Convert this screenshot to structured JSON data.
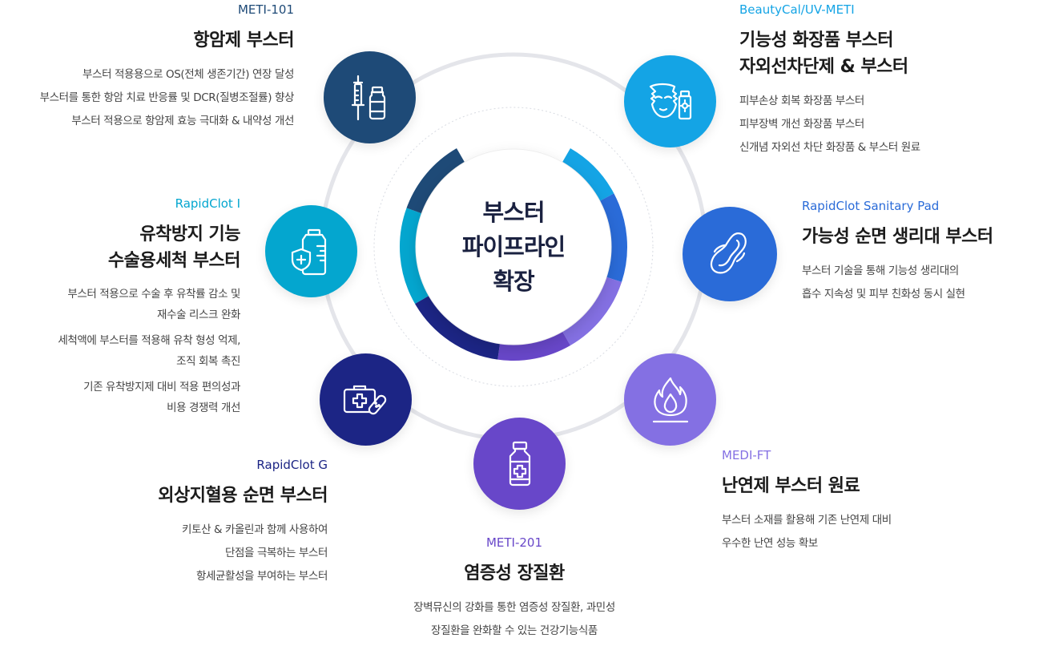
{
  "center": {
    "title": "부스터\n파이프라인\n확장"
  },
  "colors": {
    "navy": "#1e4a77",
    "cyan": "#04a6cf",
    "indigo": "#1c2585",
    "purple": "#6847c9",
    "lavender": "#8470e3",
    "royal_blue": "#2a6bd8",
    "sky_blue": "#14a4e5"
  },
  "items": [
    {
      "code": "METI-101",
      "title": "항암제 부스터",
      "icon": "syringe-vial-icon",
      "desc": [
        "부스터 적용용으로 OS(전체 생존기간) 연장 달성",
        "부스터를 통한 항암 치료 반응률 및 DCR(질병조절률) 향상",
        "부스터 적용으로 항암제 효능 극대화 & 내약성 개선"
      ]
    },
    {
      "code": "RapidClot I",
      "title": "유착방지 기능\n수술용세척 부스터",
      "icon": "bottle-shield-icon",
      "desc": [
        "부스터 적용으로 수술 후 유착률 감소 및",
        "재수술 리스크 완화",
        "세척액에 부스터를 적용해 유착 형성 억제,",
        "조직 회복 촉진",
        "기존 유착방지제 대비 적용 편의성과",
        "비용 경쟁력 개선"
      ]
    },
    {
      "code": "RapidClot G",
      "title": "외상지혈용 순면 부스터",
      "icon": "first-aid-kit-icon",
      "desc": [
        "키토산 & 카올린과 함께 사용하여",
        "단점을 극복하는 부스터",
        "항세균활성을 부여하는 부스터"
      ]
    },
    {
      "code": "METI-201",
      "title": "염증성 장질환",
      "icon": "medicine-bottle-icon",
      "desc": [
        "장벽뮤신의 강화를 통한 염증성 장질환, 과민성",
        "장질환을 완화할 수 있는 건강기능식품"
      ]
    },
    {
      "code": "MEDI-FT",
      "title": "난연제 부스터 원료",
      "icon": "flame-icon",
      "desc": [
        "부스터 소재를 활용해 기존 난연제 대비",
        "우수한 난연 성능 확보"
      ]
    },
    {
      "code": "RapidClot Sanitary Pad",
      "title": "가능성 순면 생리대 부스터",
      "icon": "sanitary-pad-icon",
      "desc": [
        "부스터 기술을 통해 기능성 생리대의",
        "흡수 지속성 및 피부 친화성 동시 실현"
      ]
    },
    {
      "code": "BeautyCal/UV-METI",
      "title": "기능성 화장품 부스터\n자외선차단제 & 부스터",
      "icon": "face-mask-sunscreen-icon",
      "desc": [
        "피부손상 회복 화장품 부스터",
        "피부장벽 개선 화장품 부스터",
        "신개념 자외선 차단 화장품 & 부스터 원료"
      ]
    }
  ]
}
